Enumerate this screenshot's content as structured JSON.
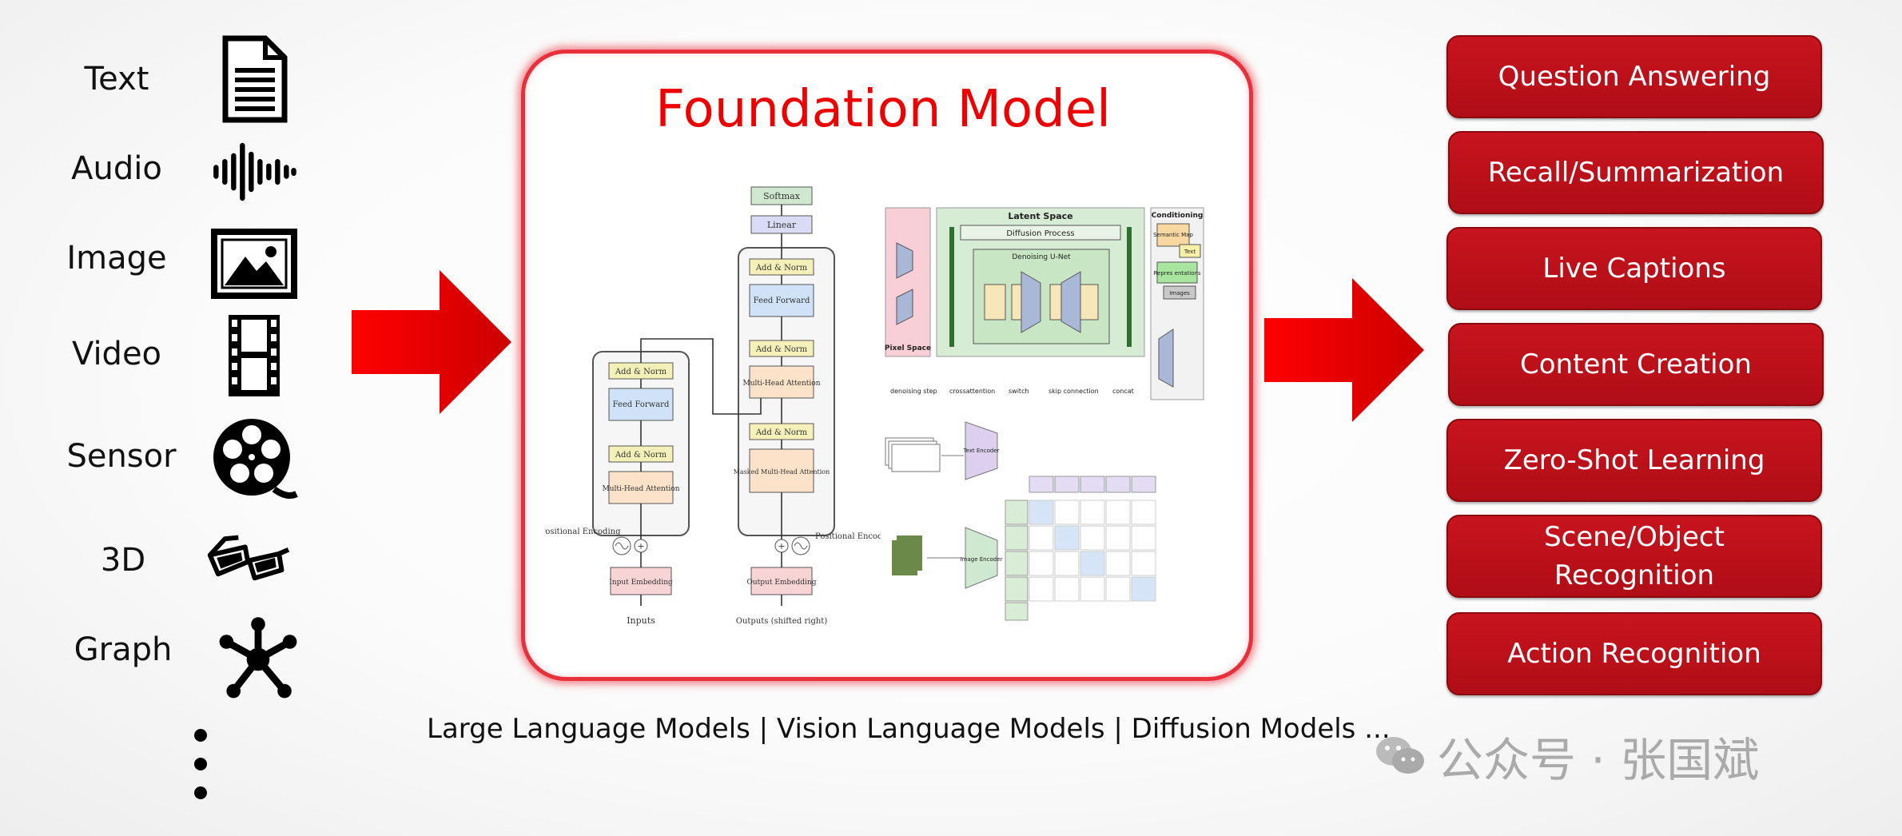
{
  "inputs": [
    {
      "label": "Text",
      "icon": "document-icon"
    },
    {
      "label": "Audio",
      "icon": "waveform-icon"
    },
    {
      "label": "Image",
      "icon": "image-icon"
    },
    {
      "label": "Video",
      "icon": "film-strip-icon"
    },
    {
      "label": "Sensor",
      "icon": "film-reel-icon"
    },
    {
      "label": "3D",
      "icon": "3d-glasses-icon"
    },
    {
      "label": "Graph",
      "icon": "graph-node-icon"
    }
  ],
  "center": {
    "title": "Foundation Model",
    "transformer": {
      "softmax": "Softmax",
      "linear": "Linear",
      "add_norm": "Add & Norm",
      "feed_forward": "Feed Forward",
      "mha": "Multi-Head Attention",
      "masked_mha": "Masked Multi-Head Attention",
      "input_embedding": "Input Embedding",
      "output_embedding": "Output Embedding",
      "positional_encoding": "Positional Encoding",
      "inputs": "Inputs",
      "outputs": "Outputs (shifted right)"
    },
    "diffusion": {
      "latent_space": "Latent Space",
      "diffusion_process": "Diffusion Process",
      "denoising_unet": "Denoising U-Net",
      "conditioning": "Conditioning",
      "semantic_map": "Semantic Map",
      "text": "Text",
      "representations": "Repres entations",
      "images": "Images",
      "pixel_space": "Pixel Space",
      "legend": [
        "denoising step",
        "crossattention",
        "switch",
        "skip connection",
        "concat"
      ]
    },
    "clip": {
      "text_encoder": "Text Encoder",
      "image_encoder": "Image Encoder"
    }
  },
  "outputs": [
    "Question Answering",
    "Recall/Summarization",
    "Live Captions",
    "Content Creation",
    "Zero-Shot Learning",
    "Scene/Object Recognition",
    "Action Recognition"
  ],
  "caption": "Large Language Models | Vision Language Models | Diffusion Models ...",
  "watermark": "公众号 · 张国斌",
  "colors": {
    "accent_red": "#c8141e",
    "arrow_red": "#e00000",
    "box_border": "#e8303c"
  }
}
